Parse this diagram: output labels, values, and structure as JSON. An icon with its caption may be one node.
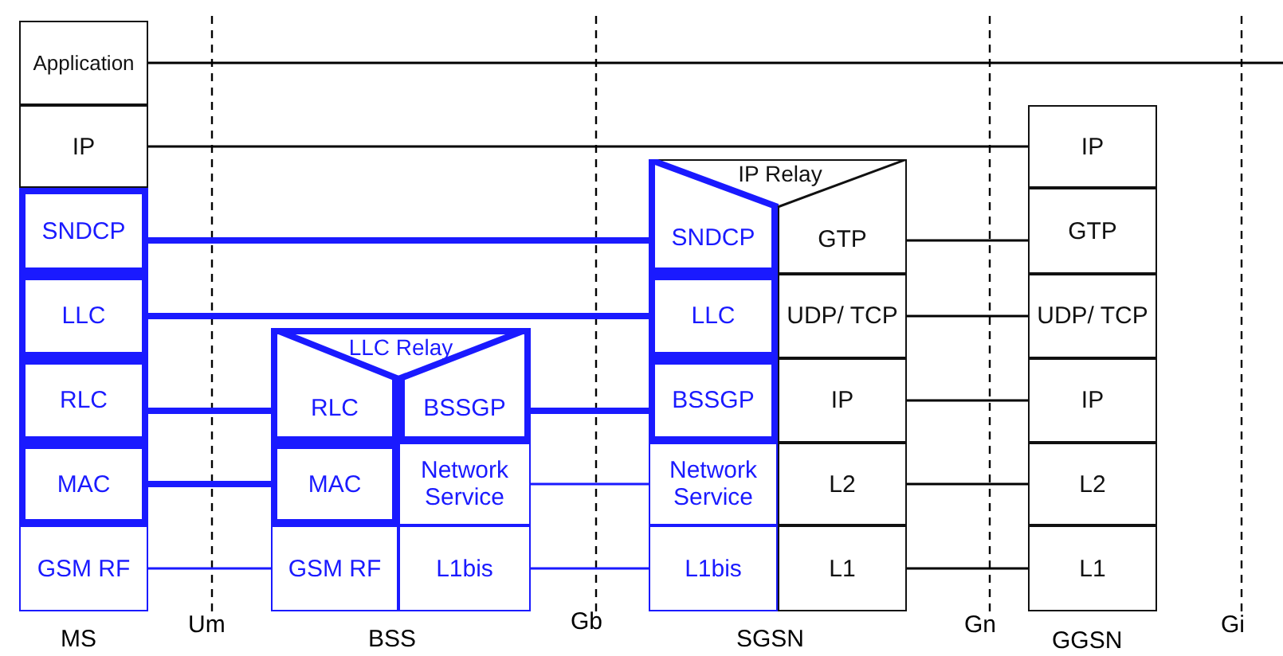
{
  "diagram": {
    "nodes": [
      {
        "text": [
          "Application"
        ]
      },
      {
        "text": [
          "IP"
        ]
      },
      {
        "text": [
          "SNDCP"
        ]
      },
      {
        "text": [
          "LLC"
        ]
      },
      {
        "text": [
          "RLC"
        ]
      },
      {
        "text": [
          "MAC"
        ]
      },
      {
        "text": [
          "GSM RF"
        ]
      },
      {
        "text": [
          "LLC Relay"
        ]
      },
      {
        "text": [
          "RLC"
        ],
        "in": 7
      },
      {
        "text": [
          "BSSGP"
        ],
        "in": 7
      },
      {
        "text": [
          "MAC"
        ]
      },
      {
        "text": [
          "Network Service"
        ]
      },
      {
        "text": [
          "GSM RF"
        ]
      },
      {
        "text": [
          "L1bis"
        ]
      },
      {
        "text": [
          "IP Relay"
        ]
      },
      {
        "text": [
          "SNDCP"
        ],
        "in": 14
      },
      {
        "text": [
          "GTP"
        ],
        "in": 14
      },
      {
        "text": [
          "LLC"
        ]
      },
      {
        "text": [
          "UDP/ TCP"
        ]
      },
      {
        "text": [
          "BSSGP"
        ]
      },
      {
        "text": [
          "IP"
        ]
      },
      {
        "text": [
          "Network Service"
        ]
      },
      {
        "text": [
          "L2"
        ]
      },
      {
        "text": [
          "L1bis"
        ]
      },
      {
        "text": [
          "L1"
        ]
      },
      {
        "text": [
          "IP"
        ]
      },
      {
        "text": [
          "GTP"
        ]
      },
      {
        "text": [
          "UDP/ TCP"
        ]
      },
      {
        "text": [
          "IP"
        ]
      },
      {
        "text": [
          "L2"
        ]
      },
      {
        "text": [
          "L1"
        ]
      }
    ],
    "edges": [
      {
        "from": 0,
        "to": null,
        "arrow": "none",
        "color": "#000000"
      },
      {
        "from": 1,
        "to": 25,
        "arrow": "none",
        "color": "#000000"
      },
      {
        "from": 2,
        "to": 15,
        "arrow": "none",
        "style": "thick"
      },
      {
        "from": 3,
        "to": 17,
        "arrow": "none",
        "style": "thick"
      },
      {
        "from": 4,
        "to": 8,
        "arrow": "none",
        "style": "thick"
      },
      {
        "from": 5,
        "to": 10,
        "arrow": "none",
        "style": "thick"
      },
      {
        "from": 6,
        "to": 12,
        "arrow": "none"
      },
      {
        "from": 9,
        "to": 19,
        "arrow": "none",
        "style": "thick"
      },
      {
        "from": 11,
        "to": 21,
        "arrow": "none"
      },
      {
        "from": 13,
        "to": 23,
        "arrow": "none"
      },
      {
        "from": 16,
        "to": 26,
        "arrow": "none",
        "color": "#000000"
      },
      {
        "from": 18,
        "to": 27,
        "arrow": "none",
        "color": "#000000"
      },
      {
        "from": 20,
        "to": 28,
        "arrow": "none",
        "color": "#000000"
      },
      {
        "from": 22,
        "to": 29,
        "arrow": "none",
        "color": "#000000"
      },
      {
        "from": 24,
        "to": 30,
        "arrow": "none",
        "color": "#000000"
      }
    ],
    "labels": [
      "MS",
      "Um",
      "BSS",
      "Gb",
      "SGSN",
      "Gn",
      "GGSN",
      "Gi"
    ]
  }
}
